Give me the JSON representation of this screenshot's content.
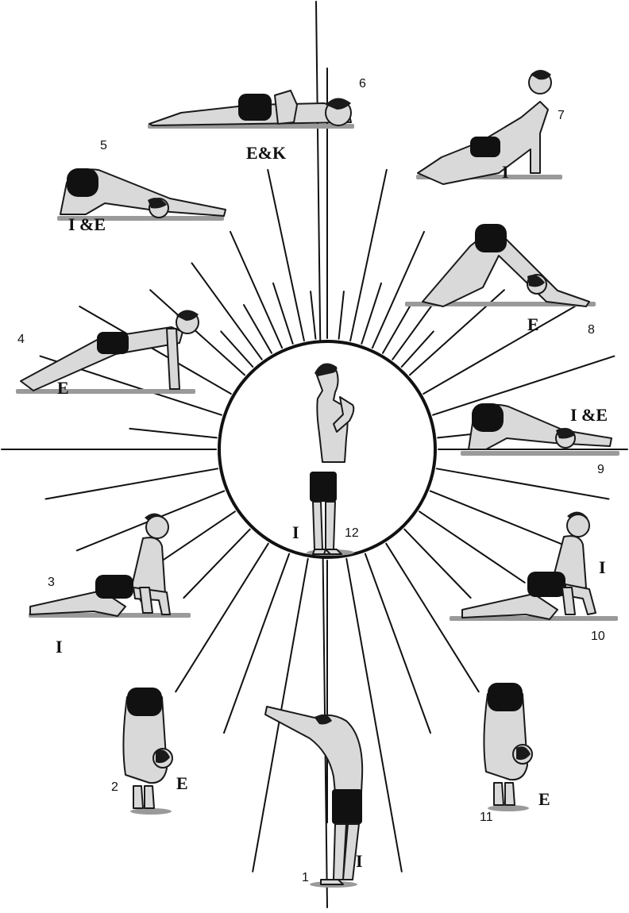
{
  "diagram": {
    "colors": {
      "ink": "#111111",
      "skin": "#d9d9d9",
      "background": "#ffffff"
    },
    "poses": [
      {
        "number": "1",
        "breath": "I"
      },
      {
        "number": "2",
        "breath": "E"
      },
      {
        "number": "3",
        "breath": "I"
      },
      {
        "number": "4",
        "breath": "E"
      },
      {
        "number": "5",
        "breath": "I &E"
      },
      {
        "number": "6",
        "breath": "E&K"
      },
      {
        "number": "7",
        "breath": "I"
      },
      {
        "number": "8",
        "breath": "E"
      },
      {
        "number": "9",
        "breath": "I &E"
      },
      {
        "number": "10",
        "breath": "I"
      },
      {
        "number": "11",
        "breath": "E"
      },
      {
        "number": "12",
        "breath": "I"
      }
    ]
  }
}
